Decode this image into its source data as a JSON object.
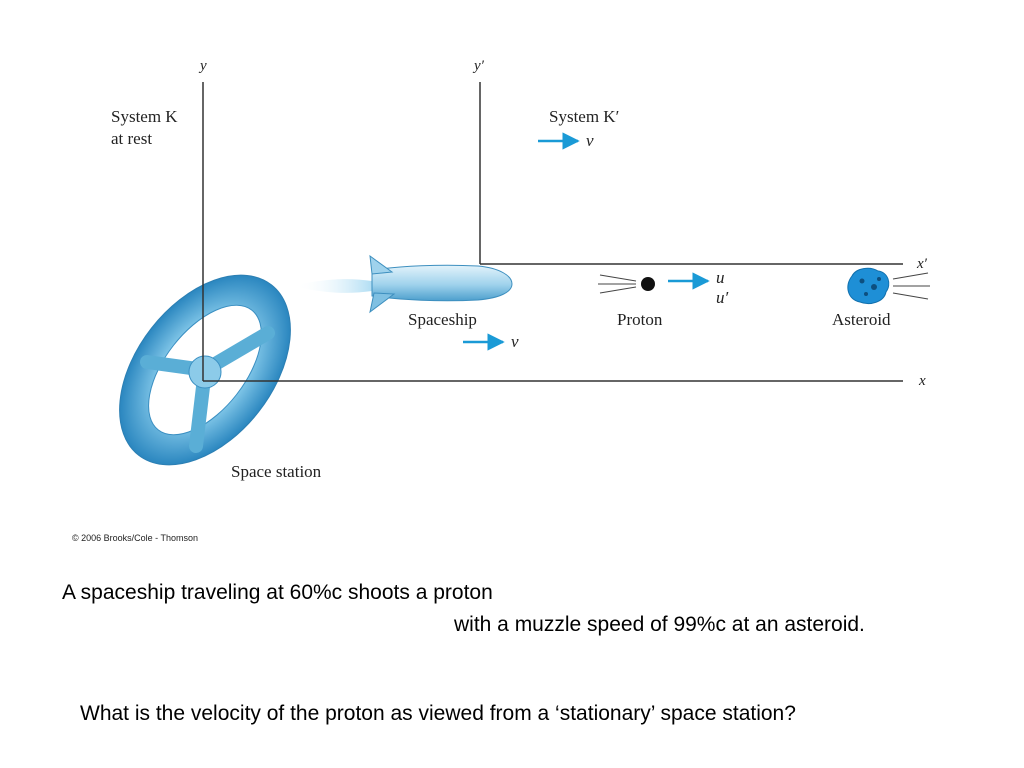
{
  "diagram": {
    "frame_k": {
      "axis_y": "y",
      "axis_x": "x",
      "label_line1": "System K",
      "label_line2": "at rest"
    },
    "frame_k_prime": {
      "axis_y": "y′",
      "axis_x": "x′",
      "label": "System K′",
      "velocity_symbol": "v⃗"
    },
    "spaceship": {
      "label": "Spaceship",
      "velocity_symbol": "v⃗"
    },
    "proton": {
      "label": "Proton",
      "velocity_u": "u",
      "velocity_u_prime": "u′"
    },
    "asteroid": {
      "label": "Asteroid"
    },
    "space_station": {
      "label": "Space station"
    },
    "copyright": "© 2006 Brooks/Cole - Thomson",
    "colors": {
      "accent": "#1a9ad6",
      "station": "#5aaed6",
      "line": "#333333"
    }
  },
  "captions": {
    "line1": "A spaceship traveling at 60%c shoots a proton",
    "line2": "with a muzzle speed of 99%c at an asteroid.",
    "question": "What is the velocity of the proton as viewed from a ‘stationary’ space station?"
  }
}
